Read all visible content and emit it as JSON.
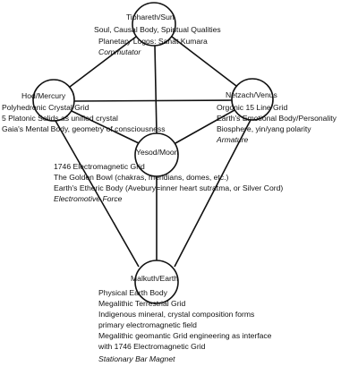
{
  "nodes": {
    "tiphareth": {
      "title": "Tiphareth/Sun",
      "lines": [
        "Soul, Causal Body, Spiritual Qualities",
        "Planetary Logos: Sanat  Kumara"
      ],
      "force": "Commutator"
    },
    "hod": {
      "title": "Hod/Mercury",
      "lines": [
        "Polyhedronic Crystal Grid",
        "5 Platonic Solids as unified crystal",
        "Gaia's Mental Body, geometry of consciousness"
      ]
    },
    "netzach": {
      "title": "Netzach/Venus",
      "lines": [
        "Orgonic 15 Line Grid",
        "Earth's Emotional Body/Personality",
        "Biosphere, yin/yang polarity"
      ],
      "force": "Armature"
    },
    "yesod": {
      "title": "Yesod/Moon",
      "lines": [
        "1746 Electromagnetic Grid",
        "The Golden Bowl (chakras, meridians, domes, etc.)",
        "Earth's Etheric Body (Avebury=inner heart sutratma, or Silver Cord)"
      ],
      "force": "Electromotive Force"
    },
    "malkuth": {
      "title": "Malkuth/Earth",
      "lines": [
        "Physical Earth Body",
        "Megalithic Terrestrial Grid",
        "Indigenous mineral, crystal composition forms",
        "primary electromagnetic field",
        "Megalithic geomantic Grid engineering as interface",
        "with 1746 Electromagnetic Grid"
      ],
      "force": "Stationary Bar Magnet"
    }
  }
}
